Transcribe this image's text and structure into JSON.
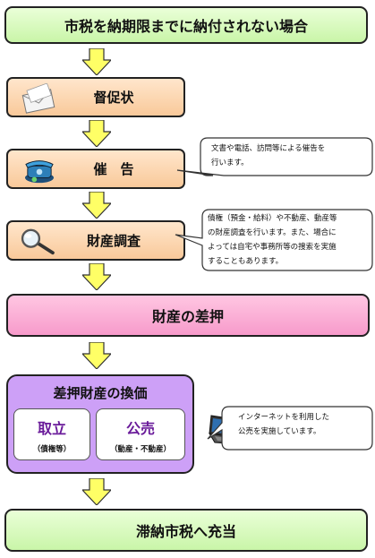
{
  "title": "市税を納期限までに納付されない場合",
  "steps": {
    "step1": "督促状",
    "step2": "催　告",
    "step3": "財産調査",
    "step4": "財産の差押",
    "step5": "差押財産の換価",
    "step6": "滞納市税へ充当"
  },
  "conversion": {
    "option1_label": "取立",
    "option1_sub": "（債権等）",
    "option2_label": "公売",
    "option2_sub": "（動産・不動産）"
  },
  "callouts": {
    "notice_line1": "文書や電話、訪問等による催告を",
    "notice_line2": "行います。",
    "investigation_line1": "債権（預金・給料）や不動産、動産等",
    "investigation_line2": "の財産調査を行います。また、場合に",
    "investigation_line3": "よっては自宅や事務所等の捜索を実施",
    "investigation_line4": "することもあります。",
    "auction_line1": "インターネットを利用した",
    "auction_line2": "公売を実施しています。"
  },
  "icons": [
    "envelope-icon",
    "telephone-icon",
    "magnifying-glass-icon",
    "laptop-icon"
  ],
  "colors": {
    "title_fill": "#d9fbc4",
    "step_fill": "#f9c99a",
    "seizure_fill": "#f79bcb",
    "conversion_fill": "#cda0f7",
    "arrow_fill": "#ffff66"
  }
}
